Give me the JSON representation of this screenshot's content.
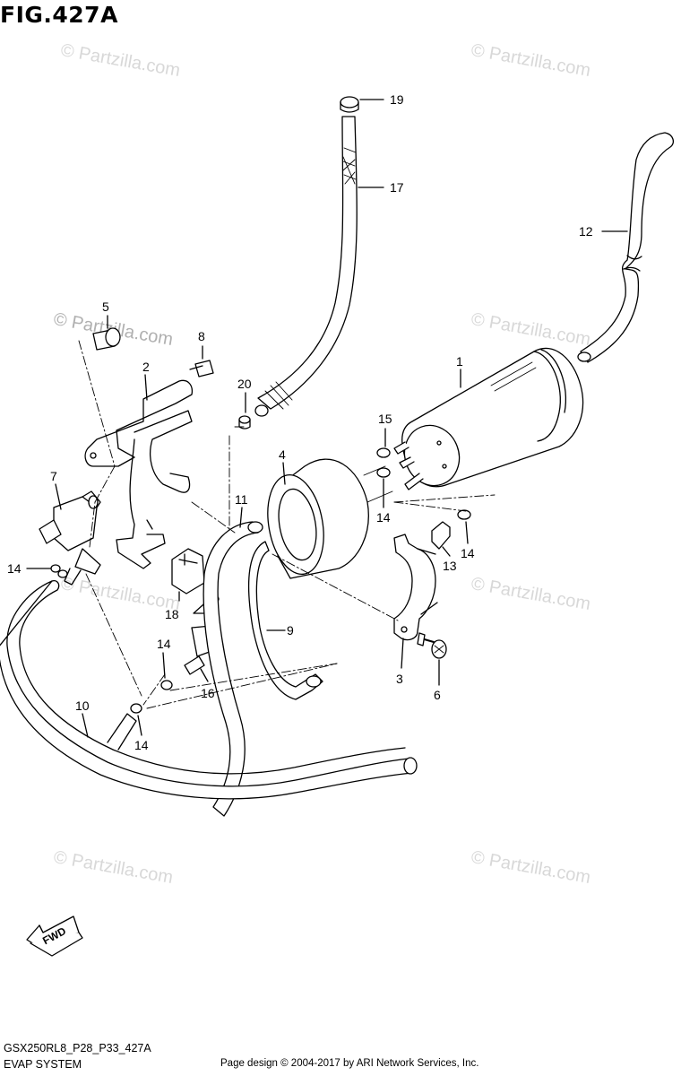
{
  "figure": {
    "title": "FIG.427A"
  },
  "watermark": {
    "text": "© Partzilla.com"
  },
  "callouts": {
    "c1": "1",
    "c2": "2",
    "c3": "3",
    "c4": "4",
    "c5": "5",
    "c6": "6",
    "c7": "7",
    "c8": "8",
    "c9": "9",
    "c10": "10",
    "c11": "11",
    "c12": "12",
    "c13": "13",
    "c14a": "14",
    "c14b": "14",
    "c14c": "14",
    "c14d": "14",
    "c14e": "14",
    "c15": "15",
    "c16": "16",
    "c17": "17",
    "c18": "18",
    "c19": "19",
    "c20": "20"
  },
  "fwd_badge": "FWD",
  "footer": {
    "code": "GSX250RL8_P28_P33_427A",
    "section": "EVAP SYSTEM",
    "credit": "Page design © 2004-2017 by ARI Network Services, Inc."
  },
  "colors": {
    "line": "#000000",
    "watermark": "#d0d0d0"
  }
}
